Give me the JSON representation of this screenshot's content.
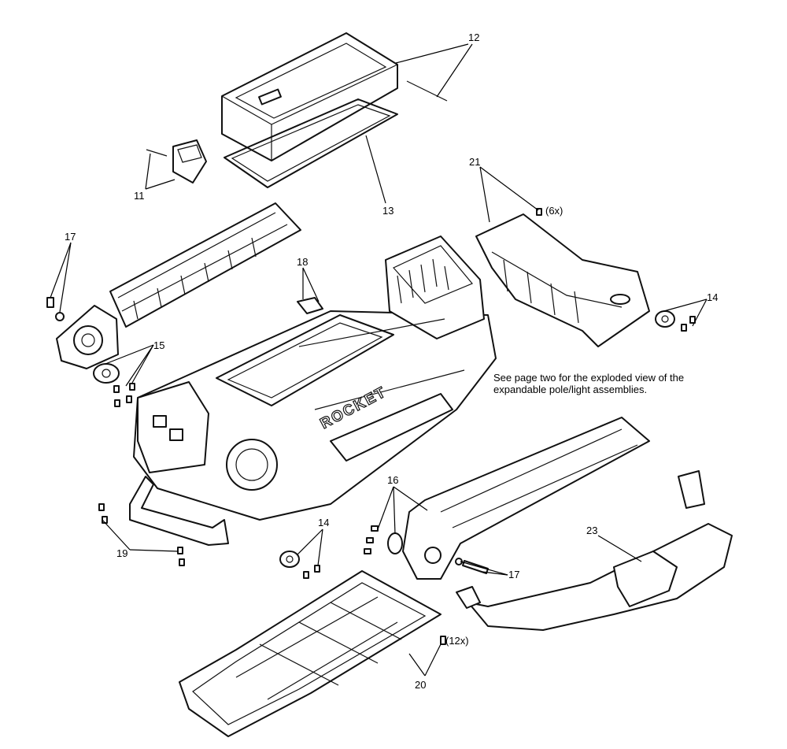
{
  "note": {
    "line1": "See page two for the exploded view of the",
    "line2": "expandable pole/light assemblies."
  },
  "product_mark": "ROCKET",
  "callouts": {
    "c11": "11",
    "c12": "12",
    "c13": "13",
    "c14a": "14",
    "c14b": "14",
    "c15": "15",
    "c16": "16",
    "c17a": "17",
    "c17b": "17",
    "c18": "18",
    "c19": "19",
    "c20": "20",
    "c21": "21",
    "c23": "23"
  },
  "quantities": {
    "q21": "(6x)",
    "q20": "(12x)"
  }
}
